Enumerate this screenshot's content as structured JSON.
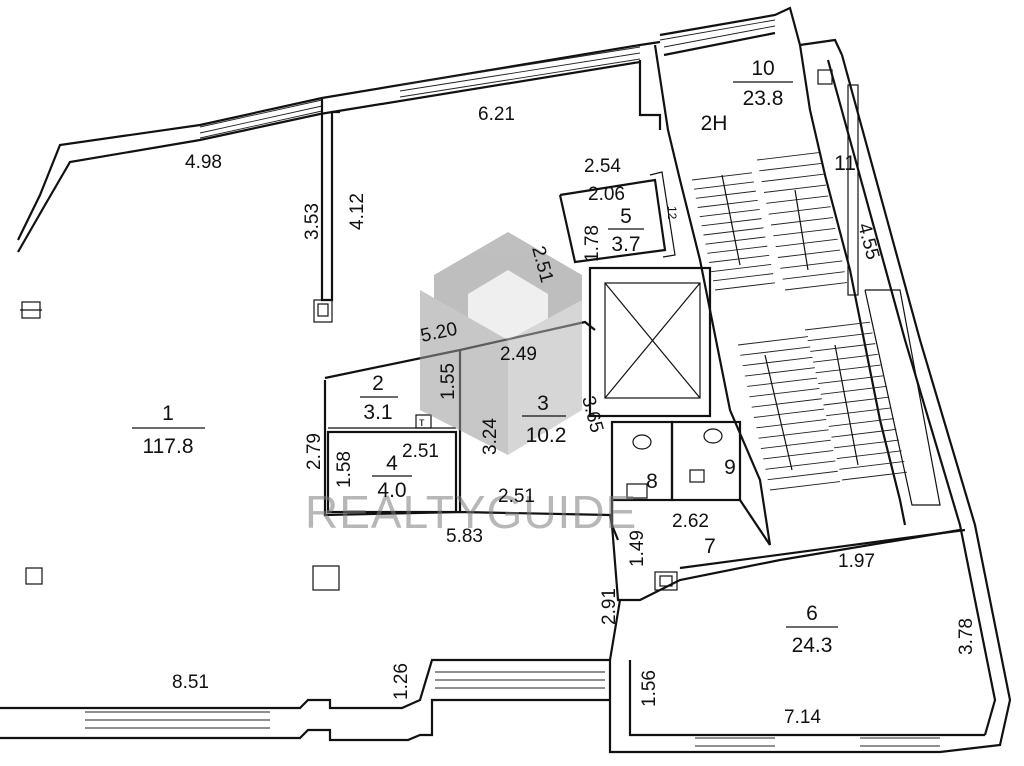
{
  "watermark": {
    "brand_text": "REALTYGUIDE",
    "color": "#7d7d7d"
  },
  "rooms": [
    {
      "number": "1",
      "area": "117.8"
    },
    {
      "number": "2",
      "area": "3.1"
    },
    {
      "number": "3",
      "area": "10.2"
    },
    {
      "number": "4",
      "area": "4.0"
    },
    {
      "number": "5",
      "area": "3.7"
    },
    {
      "number": "6",
      "area": "24.3"
    },
    {
      "number": "7",
      "area": ""
    },
    {
      "number": "8",
      "area": ""
    },
    {
      "number": "9",
      "area": ""
    },
    {
      "number": "10",
      "area": "23.8"
    },
    {
      "number": "11",
      "area": ""
    },
    {
      "number": "12",
      "area": ""
    }
  ],
  "tags": {
    "stair_label": "2Н",
    "outlet_mark": "т"
  },
  "dimensions": [
    "6.21",
    "4.98",
    "3.53",
    "4.12",
    "2.54",
    "2.06",
    "1.78",
    "2.51",
    "5.20",
    "2.49",
    "1.55",
    "3.24",
    "3.65",
    "2.79",
    "1.58",
    "2.51",
    "2.51",
    "5.83",
    "2.62",
    "1.49",
    "2.91",
    "1.97",
    "3.78",
    "4.55",
    "1.26",
    "8.51",
    "1.56",
    "7.14"
  ]
}
